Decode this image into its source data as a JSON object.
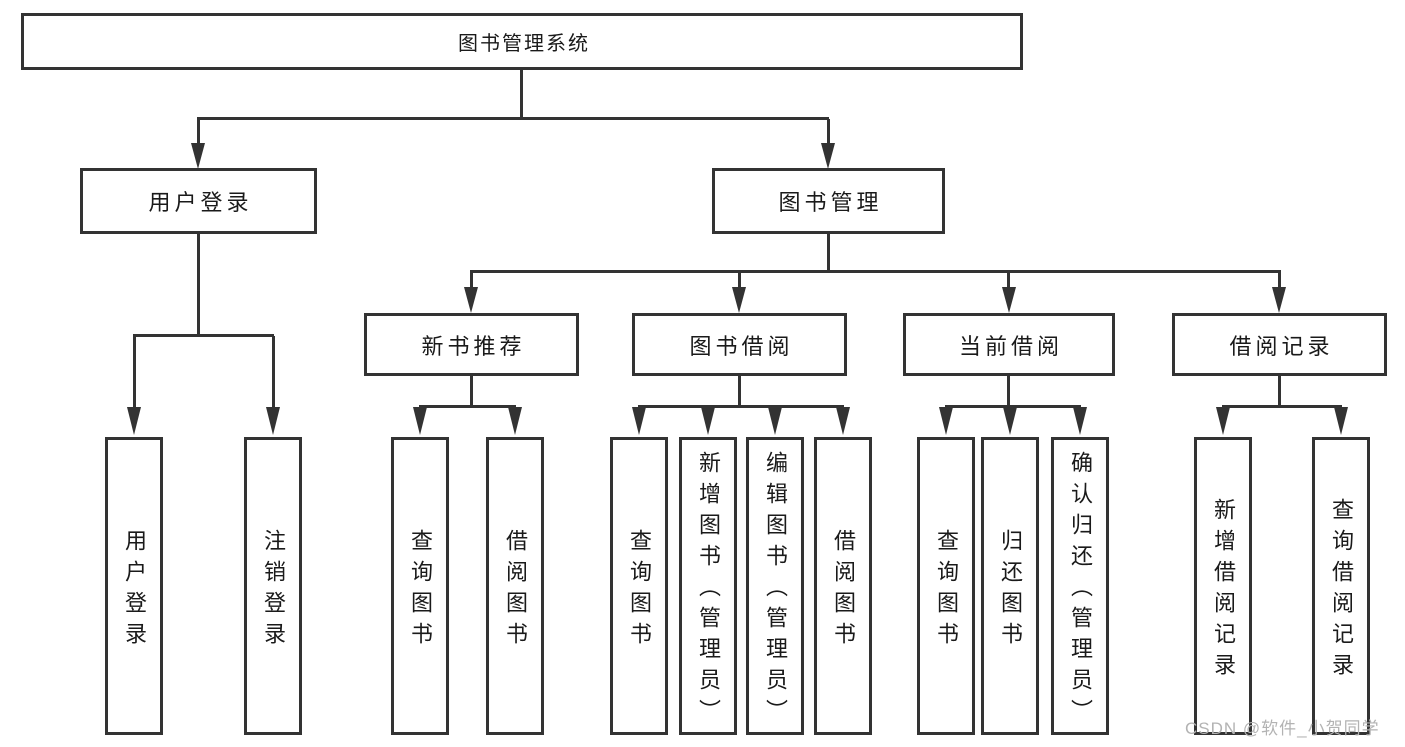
{
  "nodes": {
    "root": "图书管理系统",
    "l2": [
      "用户登录",
      "图书管理"
    ],
    "l3": [
      "新书推荐",
      "图书借阅",
      "当前借阅",
      "借阅记录"
    ],
    "leaves": [
      "用户登录",
      "注销登录",
      "查询图书",
      "借阅图书",
      "查询图书",
      "新增图书（管理员）",
      "编辑图书（管理员）",
      "借阅图书",
      "查询图书",
      "归还图书",
      "确认归还（管理员）",
      "新增借阅记录",
      "查询借阅记录"
    ]
  },
  "watermark": {
    "text": "CSDN @软件_小贺同学"
  },
  "colors": {
    "line": "#333333",
    "text": "#1a1a1a",
    "watermark": "#b3b3b3",
    "background": "#ffffff"
  }
}
